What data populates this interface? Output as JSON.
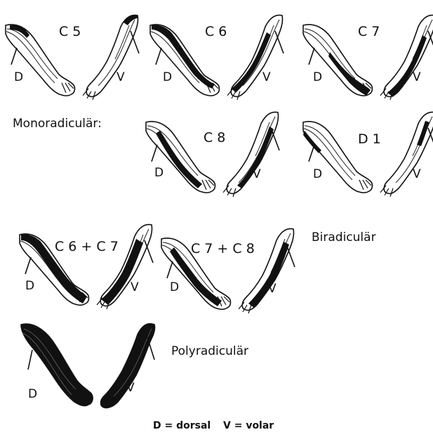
{
  "categories": {
    "mono": "Monoradiculär:",
    "bi": "Biradiculär",
    "poly": "Polyradiculär"
  },
  "figures": [
    {
      "id": "c5",
      "label": "C 5",
      "dorsal": "D",
      "volar": "V"
    },
    {
      "id": "c6",
      "label": "C 6",
      "dorsal": "D",
      "volar": "V"
    },
    {
      "id": "c7",
      "label": "C 7",
      "dorsal": "D",
      "volar": "V"
    },
    {
      "id": "c8",
      "label": "C 8",
      "dorsal": "D",
      "volar": "V"
    },
    {
      "id": "d1",
      "label": "D 1",
      "dorsal": "D",
      "volar": "V"
    },
    {
      "id": "c6c7",
      "label": "C 6 + C 7",
      "dorsal": "D",
      "volar": "V"
    },
    {
      "id": "c7c8",
      "label": "C 7 + C 8",
      "dorsal": "D",
      "volar": "V"
    },
    {
      "id": "poly",
      "label": "",
      "dorsal": "D",
      "volar": "V"
    }
  ],
  "legend": {
    "dorsal": "D = dorsal",
    "volar": "V = volar"
  }
}
